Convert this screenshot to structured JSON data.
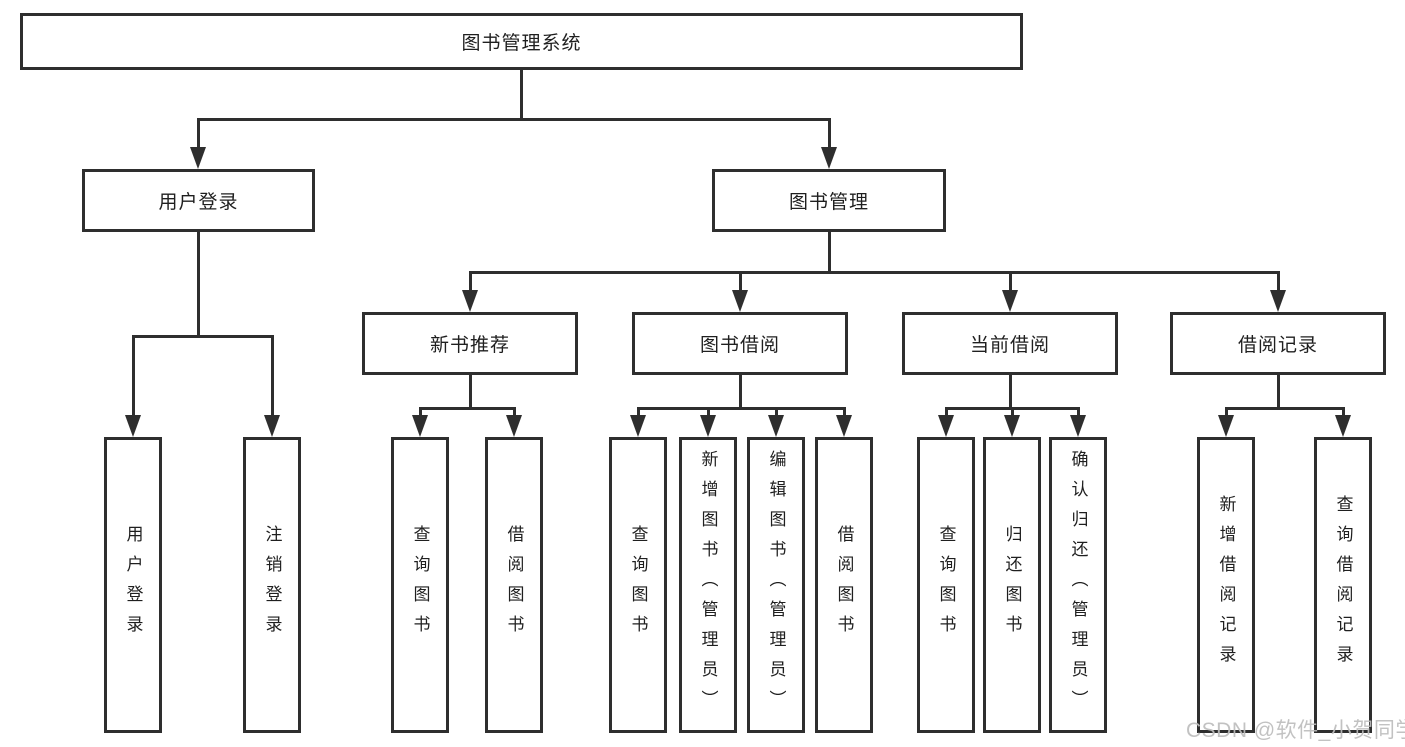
{
  "diagram": {
    "root": {
      "label": "图书管理系统"
    },
    "level2": [
      {
        "label": "用户登录"
      },
      {
        "label": "图书管理"
      }
    ],
    "level3": [
      {
        "label": "新书推荐"
      },
      {
        "label": "图书借阅"
      },
      {
        "label": "当前借阅"
      },
      {
        "label": "借阅记录"
      }
    ],
    "leaves": {
      "user_login": [
        "用户登录",
        "注销登录"
      ],
      "new_book_recommend": [
        "查询图书",
        "借阅图书"
      ],
      "book_borrow": [
        "查询图书",
        "新增图书（管理员）",
        "编辑图书（管理员）",
        "借阅图书"
      ],
      "current_borrow": [
        "查询图书",
        "归还图书",
        "确认归还（管理员）"
      ],
      "borrow_record": [
        "新增借阅记录",
        "查询借阅记录"
      ]
    },
    "watermark": "CSDN @软件_小贺同学",
    "colors": {
      "line": "#2e2e2e",
      "text": "#1f1f1f",
      "watermark": "#bdbdbd",
      "background": "#ffffff"
    }
  }
}
